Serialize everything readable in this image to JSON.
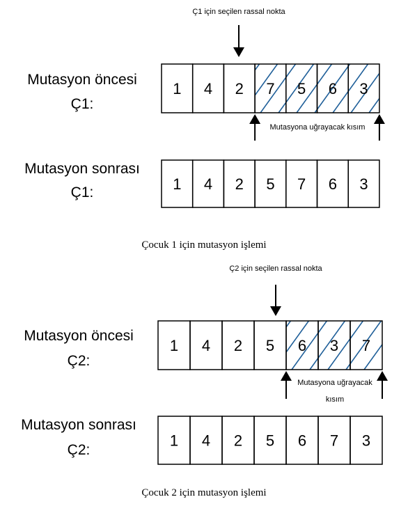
{
  "colors": {
    "mutated": "#3a3aff",
    "hatch": "#1f5f99",
    "stroke": "#000000"
  },
  "sections": [
    {
      "point_label": "Ç1 için seçilen rassal nokta",
      "before_label": [
        "Mutasyon öncesi",
        "Ç1:"
      ],
      "after_label": [
        "Mutasyon sonrası",
        "Ç1:"
      ],
      "before": [
        "1",
        "4",
        "2",
        "7",
        "5",
        "6",
        "3"
      ],
      "after": [
        "1",
        "4",
        "2",
        "5",
        "7",
        "6",
        "3"
      ],
      "cut_index": 3,
      "region_label": [
        "Mutasyona uğrayacak kısım"
      ],
      "caption": "Çocuk 1 için mutasyon işlemi"
    },
    {
      "point_label": "Ç2 için seçilen rassal nokta",
      "before_label": [
        "Mutasyon öncesi",
        "Ç2:"
      ],
      "after_label": [
        "Mutasyon sonrası",
        "Ç2:"
      ],
      "before": [
        "1",
        "4",
        "2",
        "5",
        "6",
        "3",
        "7"
      ],
      "after": [
        "1",
        "4",
        "2",
        "5",
        "6",
        "7",
        "3"
      ],
      "cut_index": 4,
      "region_label": [
        "Mutasyona uğrayacak",
        "kısım"
      ],
      "caption": "Çocuk 2 için mutasyon işlemi"
    }
  ]
}
